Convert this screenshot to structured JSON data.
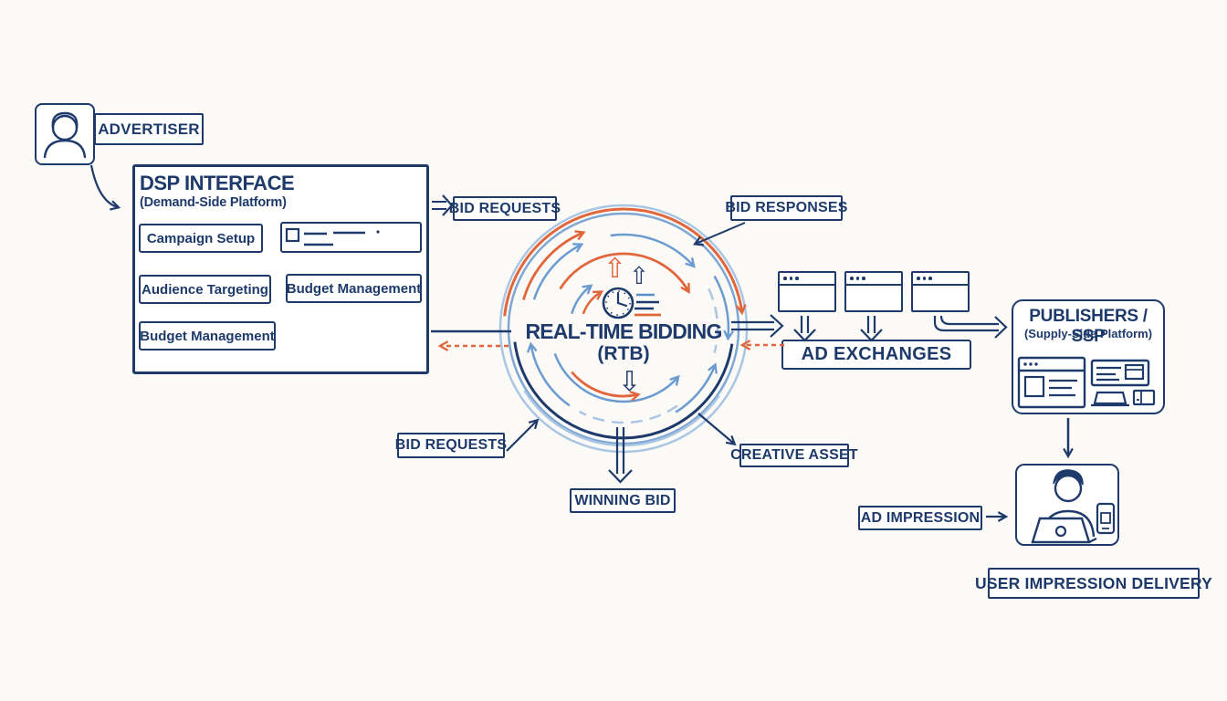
{
  "advertiser": {
    "label": "ADVERTISER"
  },
  "dsp": {
    "title": "DSP INTERFACE",
    "subtitle": "(Demand-Side Platform)",
    "modules": [
      "Campaign Setup",
      "Audience Targeting",
      "Budget Management",
      "Budget Management"
    ]
  },
  "rtb": {
    "title": "REAL-TIME BIDDING",
    "subtitle": "(RTB)"
  },
  "labels": {
    "bid_requests_top": "BID REQUESTS",
    "bid_responses": "BID RESPONSES",
    "bid_requests_bottom": "BID REQUESTS",
    "winning_bid": "WINNING BID",
    "creative_asset": "CREATIVE ASSET",
    "ad_impression": "AD IMPRESSION",
    "user_impression_delivery": "USER IMPRESSION DELIVERY"
  },
  "ad_exchanges": {
    "label": "AD EXCHANGES"
  },
  "publishers": {
    "title": "PUBLISHERS / SSP",
    "subtitle": "(Supply-Side Platform)"
  },
  "icons": {
    "advertiser": "person-icon",
    "rtb_timer": "clock-icon",
    "ad_exchange_node": "browser-window-icon",
    "publisher_page": "webpage-icon",
    "user_device": "person-with-laptop-icon",
    "up_arrow": "⇧",
    "down_arrow": "⇩"
  },
  "colors": {
    "navy": "#1e3a6b",
    "blue": "#5b8dc9",
    "light_blue": "#a9c6e2",
    "orange": "#e2663c",
    "background": "#fbfaf7"
  }
}
